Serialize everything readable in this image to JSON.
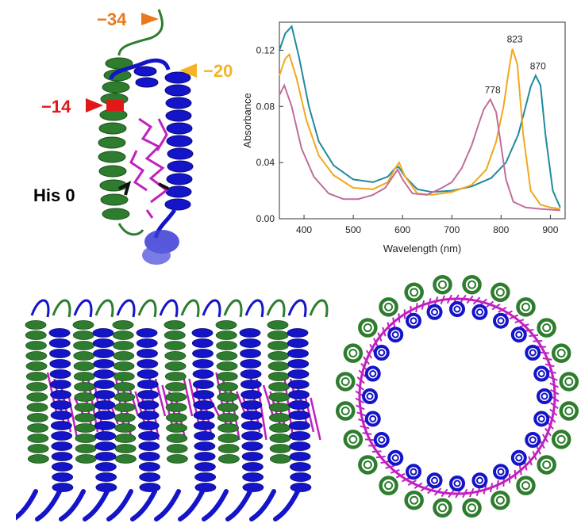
{
  "panel_a": {
    "labels": [
      {
        "id": "m34",
        "text": "−34",
        "color": "#e8791a"
      },
      {
        "id": "m20",
        "text": "−20",
        "color": "#f5b324"
      },
      {
        "id": "m14",
        "text": "−14",
        "color": "#e01818"
      },
      {
        "id": "his",
        "text": "His 0",
        "color": "#000000"
      }
    ],
    "colors": {
      "helix_a": "#2e7d2e",
      "helix_b": "#1414c8",
      "pigment": "#c020c0"
    }
  },
  "chart_data": {
    "type": "line",
    "xlabel": "Wavelength (nm)",
    "ylabel": "Absorbance",
    "xlim": [
      350,
      930
    ],
    "ylim": [
      0,
      0.14
    ],
    "xticks": [
      "400",
      "500",
      "600",
      "700",
      "800",
      "900"
    ],
    "xtick_values": [
      400,
      500,
      600,
      700,
      800,
      900
    ],
    "yticks": [
      "0.00",
      "0.04",
      "0.08",
      "0.12"
    ],
    "ytick_values": [
      0.0,
      0.04,
      0.08,
      0.12
    ],
    "grid": false,
    "annotations": [
      {
        "text": "778",
        "x": 778,
        "y": 0.085
      },
      {
        "text": "823",
        "x": 823,
        "y": 0.121
      },
      {
        "text": "870",
        "x": 870,
        "y": 0.102
      }
    ],
    "series": [
      {
        "color": "#1f8a9e",
        "x": [
          350,
          362,
          375,
          390,
          410,
          430,
          460,
          500,
          540,
          570,
          585,
          592,
          605,
          630,
          660,
          700,
          740,
          780,
          810,
          835,
          850,
          860,
          870,
          880,
          890,
          905,
          920
        ],
        "y": [
          0.12,
          0.132,
          0.137,
          0.115,
          0.08,
          0.055,
          0.038,
          0.028,
          0.026,
          0.03,
          0.036,
          0.037,
          0.03,
          0.021,
          0.019,
          0.02,
          0.023,
          0.029,
          0.04,
          0.06,
          0.08,
          0.094,
          0.102,
          0.095,
          0.06,
          0.02,
          0.008
        ]
      },
      {
        "color": "#f2a71e",
        "x": [
          350,
          362,
          370,
          385,
          405,
          430,
          460,
          500,
          540,
          570,
          585,
          593,
          605,
          630,
          660,
          700,
          740,
          770,
          790,
          805,
          815,
          823,
          833,
          845,
          860,
          880,
          900,
          920
        ],
        "y": [
          0.102,
          0.114,
          0.117,
          0.1,
          0.07,
          0.045,
          0.031,
          0.022,
          0.021,
          0.026,
          0.036,
          0.04,
          0.03,
          0.018,
          0.017,
          0.019,
          0.024,
          0.035,
          0.055,
          0.08,
          0.104,
          0.121,
          0.11,
          0.06,
          0.02,
          0.01,
          0.008,
          0.007
        ]
      },
      {
        "color": "#c06e9a",
        "x": [
          350,
          360,
          375,
          395,
          420,
          450,
          480,
          510,
          540,
          565,
          580,
          590,
          600,
          620,
          650,
          680,
          700,
          720,
          740,
          755,
          765,
          778,
          790,
          800,
          810,
          825,
          850,
          880,
          920
        ],
        "y": [
          0.088,
          0.095,
          0.08,
          0.05,
          0.03,
          0.018,
          0.014,
          0.014,
          0.017,
          0.022,
          0.03,
          0.035,
          0.028,
          0.018,
          0.017,
          0.022,
          0.026,
          0.036,
          0.052,
          0.068,
          0.078,
          0.085,
          0.076,
          0.052,
          0.028,
          0.012,
          0.008,
          0.007,
          0.006
        ]
      }
    ]
  },
  "panel_c": {
    "colors": {
      "helix_a": "#2e7d2e",
      "helix_b": "#1414c8",
      "pigment": "#c020c0"
    }
  },
  "panel_d": {
    "colors": {
      "helix_a": "#2e7d2e",
      "helix_b": "#1414c8",
      "pigment": "#c020c0"
    }
  }
}
